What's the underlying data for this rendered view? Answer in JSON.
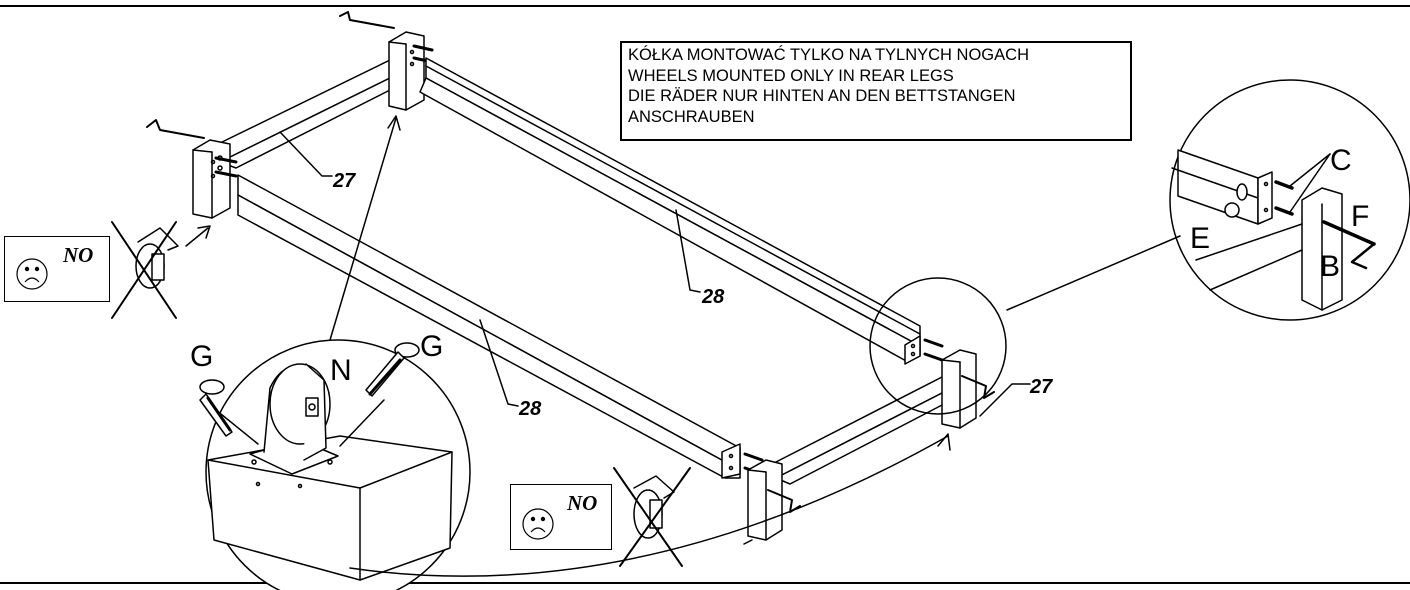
{
  "instruction_note": {
    "lines": [
      "KÓŁKA MONTOWAĆ TYLKO NA TYLNYCH NOGACH",
      "WHEELS MOUNTED ONLY IN REAR LEGS",
      "DIE RÄDER NUR HINTEN AN DEN BETTSTANGEN",
      "ANSCHRAUBEN"
    ]
  },
  "warnings": {
    "left_label": "NO",
    "bottom_label": "NO"
  },
  "part_labels": {
    "rail_top_left": "27",
    "rail_long_back": "28",
    "rail_long_front": "28",
    "rail_bottom_right": "27"
  },
  "detail_wheel": {
    "screw_left": "G",
    "wheel": "N",
    "screw_right": "G"
  },
  "detail_joint": {
    "bolt": "C",
    "key": "F",
    "nut": "E",
    "leg": "B"
  },
  "colors": {
    "line": "#000000",
    "fill": "#ffffff"
  }
}
